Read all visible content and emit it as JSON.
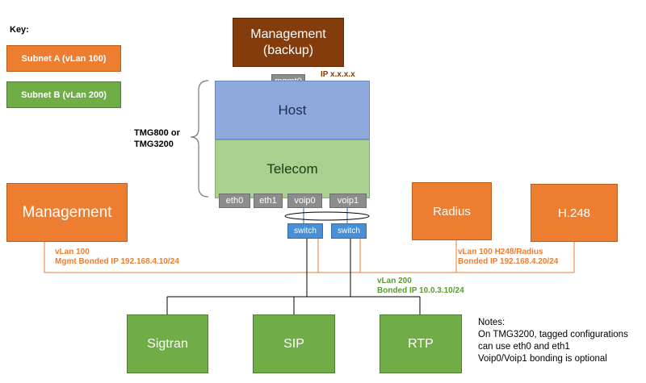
{
  "key": {
    "title": "Key:",
    "subnet_a": "Subnet A (vLan 100)",
    "subnet_b": "Subnet B (vLan 200)"
  },
  "mgmt_backup": {
    "line1": "Management",
    "line2": "(backup)",
    "port": "mgmt0",
    "ip": "IP x.x.x.x"
  },
  "device": {
    "brace_label_line1": "TMG800 or",
    "brace_label_line2": "TMG3200",
    "host": "Host",
    "telecom": "Telecom",
    "ports": [
      "eth0",
      "eth1",
      "voip0",
      "voip1"
    ],
    "switches": [
      "switch",
      "switch"
    ]
  },
  "management": {
    "label": "Management",
    "vlan": "vLan 100",
    "ip": "Mgmt Bonded IP 192.168.4.10/24"
  },
  "radius": {
    "label": "Radius"
  },
  "h248": {
    "label": "H.248"
  },
  "right_labels": {
    "vlan": "vLan 100  H248/Radius",
    "ip": "Bonded IP 192.168.4.20/24"
  },
  "vlan200": {
    "vlan": "vLan 200",
    "ip": "Bonded IP 10.0.3.10/24"
  },
  "bottom": [
    "Sigtran",
    "SIP",
    "RTP"
  ],
  "notes": {
    "title": "Notes:",
    "line1": "On TMG3200,  tagged configurations",
    "line2": "can use eth0 and eth1",
    "line3": "Voip0/Voip1 bonding is optional"
  },
  "colors": {
    "orange": "#ed7d31",
    "green": "#70ad47",
    "brown": "#843c0c",
    "host": "#8ea9db",
    "telecom": "#a9d08e",
    "switch": "#4a8fd4",
    "port": "#8c8c8c"
  }
}
